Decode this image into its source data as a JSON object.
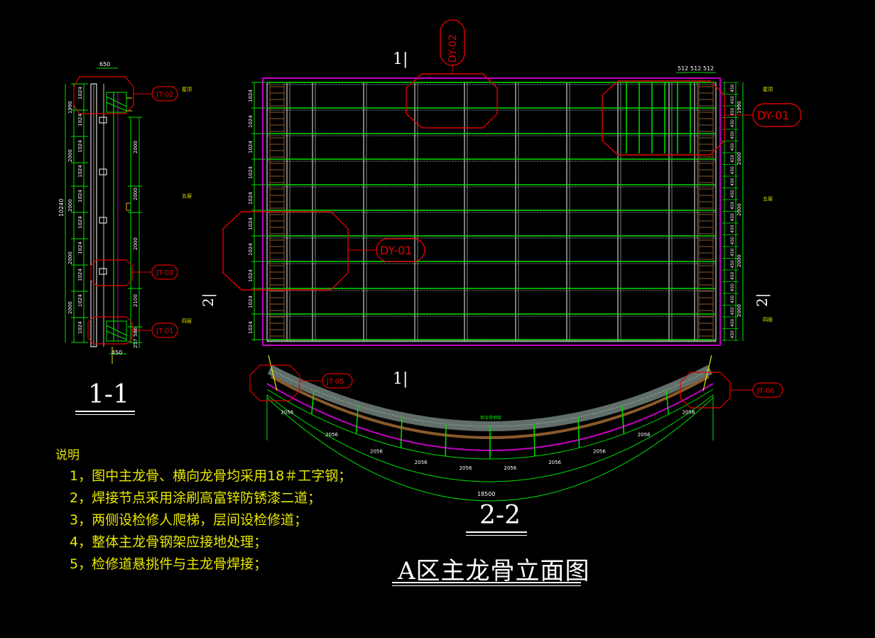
{
  "labels": {
    "jt_02": "JT-02",
    "jt_03": "JT-03",
    "jt_01": "JT-01",
    "jt_05": "JT-05",
    "jt_06": "JT-06",
    "dy_01_a": "DY-01",
    "dy_01_b": "DY-01",
    "dy_02": "DY-02",
    "sec1_top": "1|",
    "sec1_bot": "1|",
    "sec2_left": "2|",
    "sec2_right": "2|"
  },
  "dims": {
    "top_width": "650",
    "bottom_width": "450",
    "total_height": "10240",
    "seg_1024": "1024",
    "seg_1990": "1990",
    "seg_2000": "2000",
    "seg_2100": "2100",
    "seg_586": "586",
    "seg_257": "257",
    "top_512a": "512",
    "top_512b": "512",
    "top_512c": "512",
    "seg_450": "450",
    "arc_2056": "2056",
    "arc_18500": "18500",
    "arc_center": "钢龙骨钢架"
  },
  "levels": {
    "roof": "屋顶",
    "five": "五层",
    "four": "四层"
  },
  "titles": {
    "section_1": "1-1",
    "section_2": "2-2",
    "main": "A区主龙骨立面图"
  },
  "notes": {
    "heading": "说明",
    "items": [
      "1，图中主龙骨、横向龙骨均采用18＃工字钢；",
      "2，焊接节点采用涂刷高富锌防锈漆二道；",
      "3，两侧设检修人爬梯，层间设检修道；",
      "4，整体主龙骨钢架应接地处理；",
      "5，检修道悬挑件与主龙骨焊接；"
    ]
  },
  "colors": {
    "green": "#00e000",
    "red": "#e00000",
    "magenta": "#c000c0",
    "yellow": "#e8e800",
    "white": "#ffffff",
    "brown": "#8a5a2a"
  }
}
